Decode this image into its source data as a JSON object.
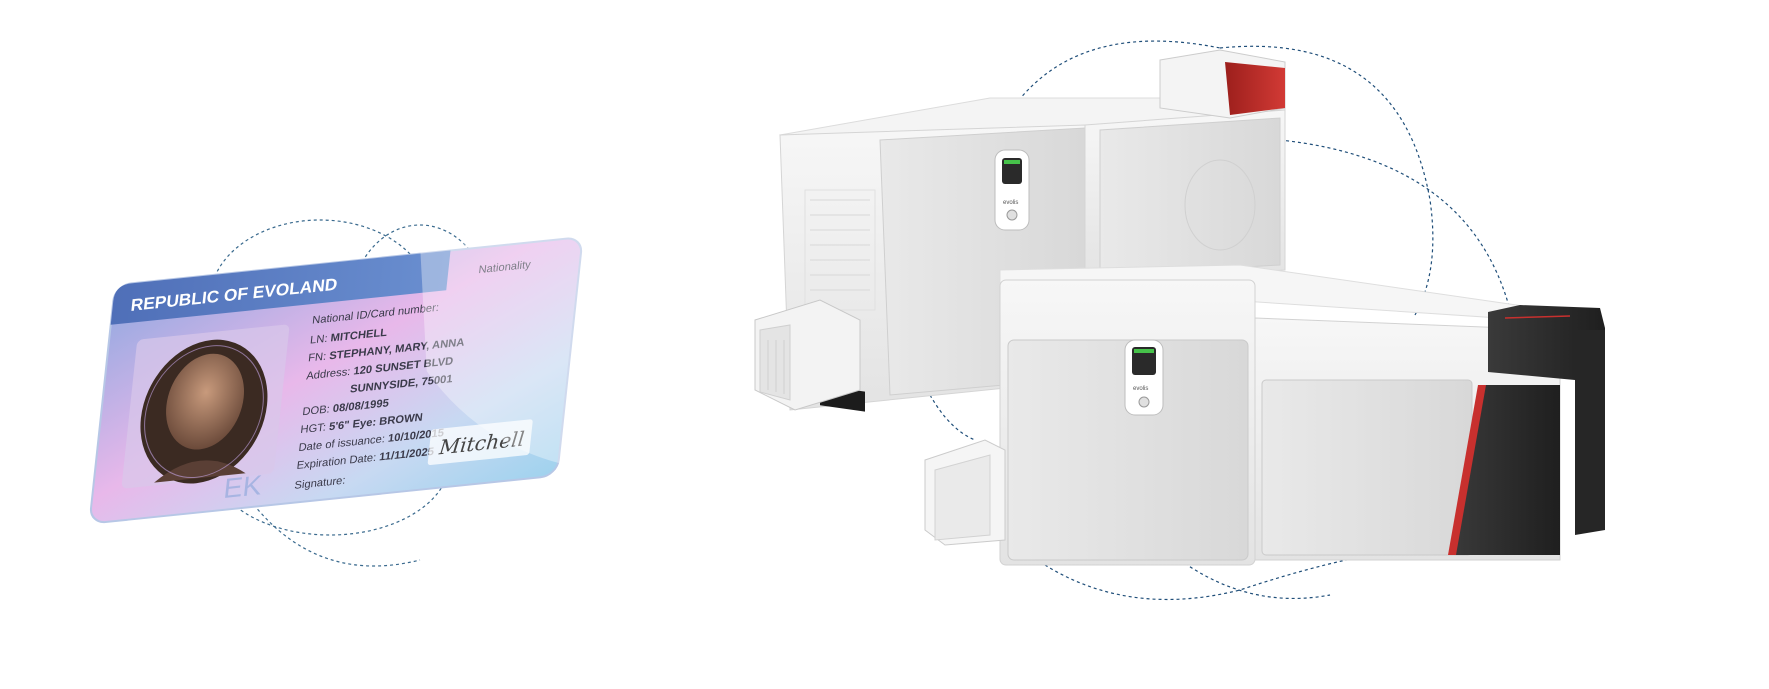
{
  "id_card": {
    "country_title": "REPUBLIC OF EVOLAND",
    "corner_label": "Nationality",
    "national_id_label": "National ID/Card number:",
    "fields": [
      {
        "label": "LN:",
        "value": "MITCHELL"
      },
      {
        "label": "FN:",
        "value": "STEPHANY, MARY, ANNA"
      },
      {
        "label": "Address:",
        "value": "120 SUNSET BLVD"
      },
      {
        "label": "",
        "value": "SUNNYSIDE, 75001"
      },
      {
        "label": "DOB:",
        "value": "08/08/1995"
      },
      {
        "label": "HGT:",
        "value": "5'6\" Eye: BROWN"
      },
      {
        "label": "Date of issuance:",
        "value": "10/10/2015"
      },
      {
        "label": "Expiration Date:",
        "value": "11/11/2025"
      }
    ],
    "signature_label": "Signature:",
    "signature": "Mitchell",
    "ghost_initials": "EK"
  },
  "printer_back": {
    "brand_label": "evolis"
  },
  "printer_front": {
    "brand_label": "evolis"
  },
  "colors": {
    "card_blue": "#5a7fc0",
    "card_pink": "#e6b6e6",
    "printer_body": "#ededed",
    "accent_red": "#c8302e",
    "dark_panel": "#2b2b2b",
    "lcd_green": "#46c24a",
    "dotted_line": "#3a6a8e"
  }
}
